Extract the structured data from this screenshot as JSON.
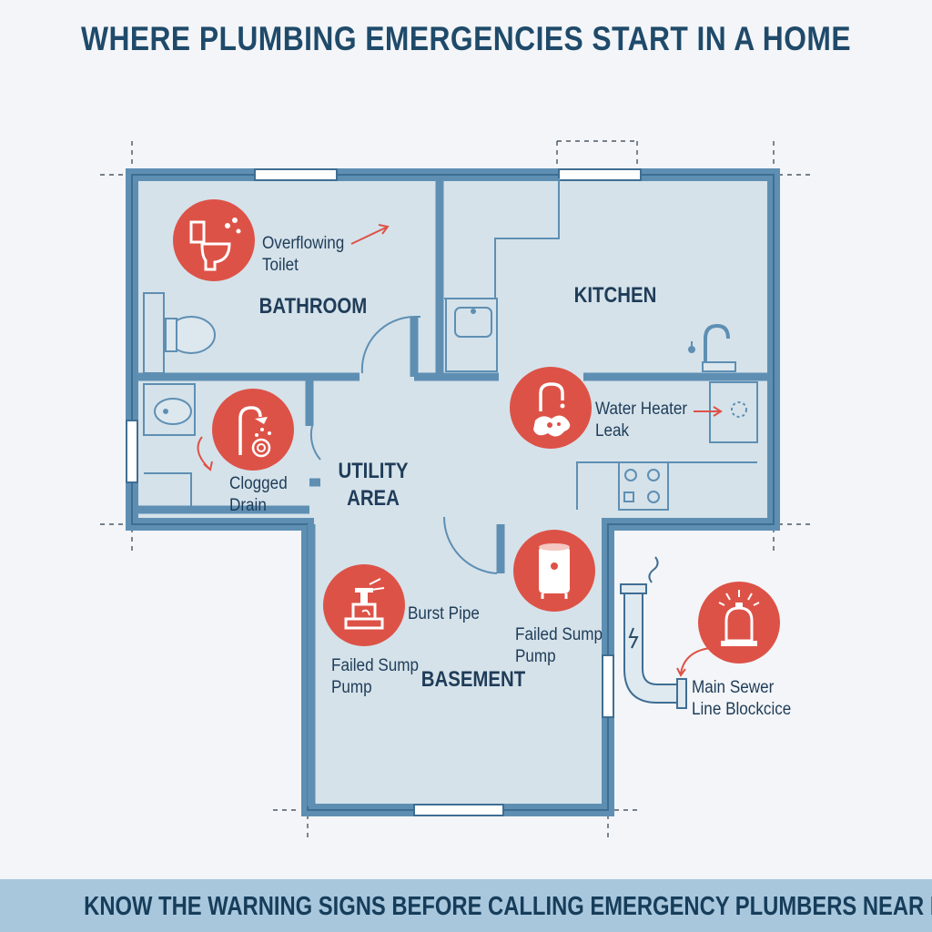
{
  "title": "WHERE PLUMBING EMERGENCIES START IN A HOME",
  "rooms": {
    "bathroom": "BATHROOM",
    "kitchen": "KITCHEN",
    "utility_line1": "UTILITY",
    "utility_line2": "AREA",
    "basement": "BASEMENT"
  },
  "hazards": {
    "overflowing_toilet": [
      "Overflowing",
      "Toilet"
    ],
    "clogged_drain": [
      "Clogged",
      "Drain"
    ],
    "water_heater_leak": [
      "Water Heater",
      "Leak"
    ],
    "burst_pipe": "Burst Pipe",
    "failed_sump_pump_left": [
      "Failed Sump",
      "Pump"
    ],
    "failed_sump_pump_right": [
      "Failed Sump",
      "Pump"
    ],
    "main_sewer_line": [
      "Main Sewer",
      "Line Blockcice"
    ]
  },
  "banner": "KNOW THE WARNING SIGNS BEFORE CALLING EMERGENCY PLUMBERS NEAR ME",
  "colors": {
    "wall": "#5e8fb3",
    "floor": "#d5e2ea",
    "hazard": "#dd5247",
    "text": "#1f3c58",
    "banner": "#a8c7dd"
  },
  "icons": [
    "toilet-overflow-icon",
    "shower-drain-icon",
    "faucet-leak-icon",
    "burst-pipe-icon",
    "water-heater-icon",
    "sewer-alarm-icon"
  ]
}
